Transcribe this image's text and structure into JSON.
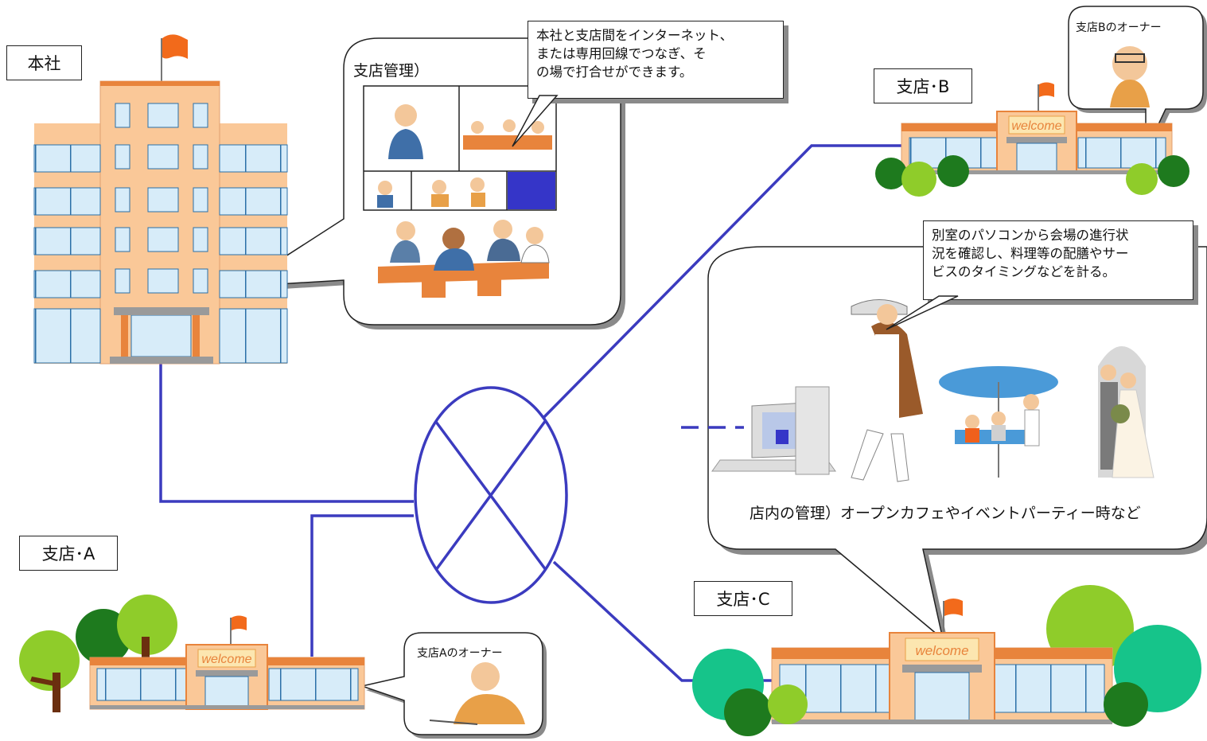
{
  "labels": {
    "honsha": "本社",
    "branch_a": "支店･A",
    "branch_b": "支店･B",
    "branch_c": "支店･C"
  },
  "headquarters_bubble": {
    "title": "支店管理）"
  },
  "callout_internet": {
    "lines": [
      "本社と支店間をインターネット、",
      "または専用回線でつなぎ、そ",
      "の場で打合せができます。"
    ]
  },
  "callout_separate_room": {
    "lines": [
      "別室のパソコンから会場の進行状",
      "況を確認し、料理等の配膳やサー",
      "ビスのタイミングなどを計る。"
    ]
  },
  "store_management_caption": "店内の管理）オープンカフェやイベントパーティー時など",
  "owner_a": "支店Aのオーナー",
  "owner_b": "支店Bのオーナー",
  "sign": "welcome",
  "colors": {
    "network_line": "#3b3bbf",
    "building_wall": "#fac898",
    "building_trim": "#e8843c",
    "window": "#d7ecf9",
    "flag": "#f26a1b",
    "tree_dark": "#1e7a1e",
    "tree_light": "#8fcc2a",
    "tree_teal": "#16c48a"
  }
}
